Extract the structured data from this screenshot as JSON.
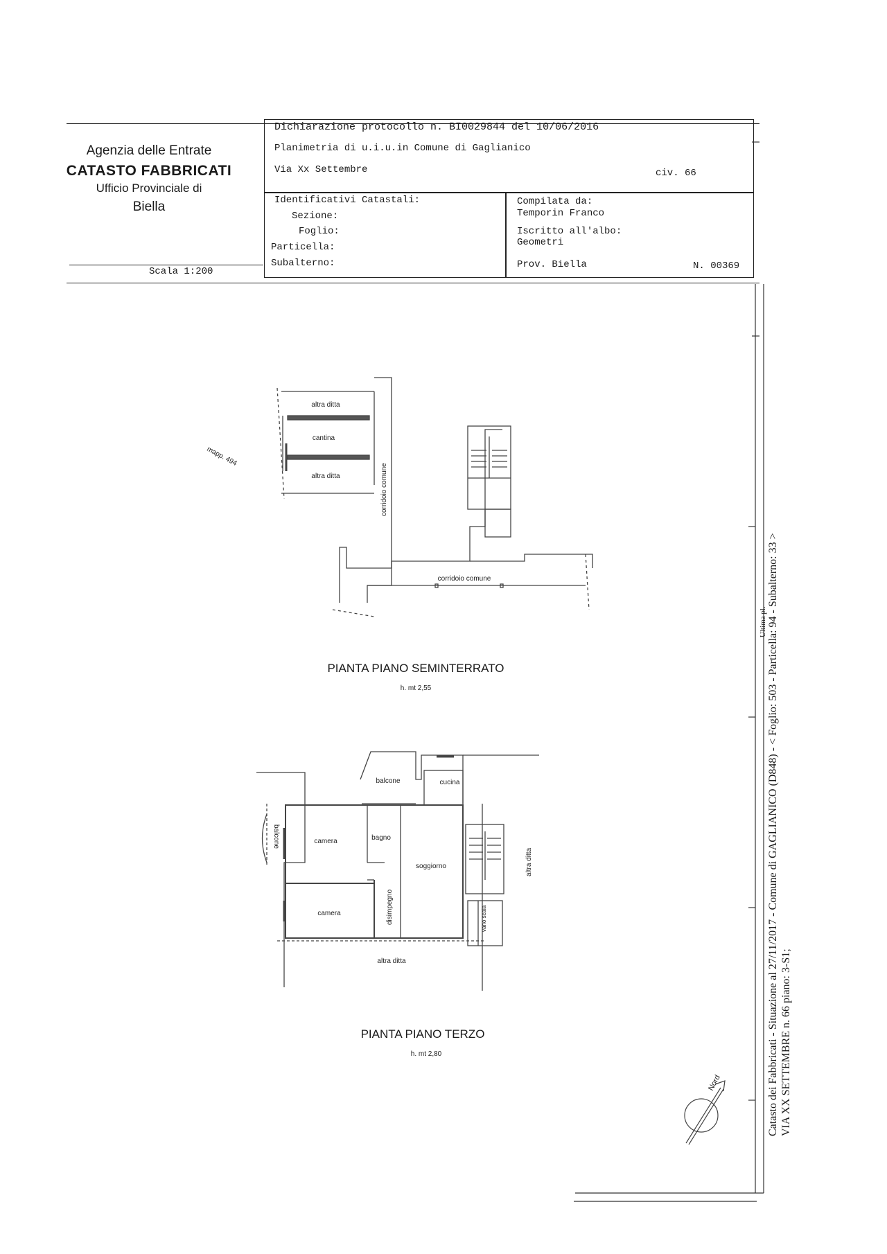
{
  "agency": {
    "line1": "Agenzia delle Entrate",
    "line2": "CATASTO FABBRICATI",
    "line3": "Ufficio Provinciale di",
    "line4": "Biella"
  },
  "scale": "Scala 1:200",
  "declaration": {
    "protocol": "Dichiarazione protocollo n. BI0029844 del 10/06/2016",
    "planimetry": "Planimetria di u.i.u.in Comune di Gaglianico",
    "street": "Via Xx Settembre",
    "civic": "civ. 66"
  },
  "identifiers": {
    "heading": "Identificativi Catastali:",
    "sezione": "Sezione:",
    "foglio": "Foglio:",
    "particella": "Particella:",
    "subalterno": "Subalterno:"
  },
  "compiler": {
    "compiled_by_label": "Compilata da:",
    "compiled_by": "Temporin Franco",
    "registered_label": "Iscritto all'albo:",
    "registered": "Geometri",
    "province": "Prov. Biella",
    "number": "N. 00369"
  },
  "plan_basement": {
    "title": "PIANTA PIANO SEMINTERRATO",
    "height": "h. mt 2,55",
    "labels": {
      "altra_ditta_top": "altra ditta",
      "cantina": "cantina",
      "altra_ditta_bottom": "altra ditta",
      "mapp": "mapp. 494",
      "corridoio_vertical": "corridoio comune",
      "corridoio_horizontal": "corridoio comune"
    }
  },
  "plan_third": {
    "title": "PIANTA PIANO TERZO",
    "height": "h. mt 2,80",
    "labels": {
      "balcone_top": "balcone",
      "cucina": "cucina",
      "balcone_left": "balcone",
      "camera_1": "camera",
      "bagno": "bagno",
      "soggiorno": "soggiorno",
      "disimpegno": "disimpegno",
      "camera_2": "camera",
      "vano_scala": "vano scala",
      "altra_ditta_right": "altra ditta",
      "altra_ditta_bottom": "altra ditta"
    }
  },
  "north": "Nord",
  "sheet": "Ultima pl.",
  "side_note": {
    "line1": "Catasto dei Fabbricati - Situazione al 27/11/2017 - Comune di GAGLIANICO (D848) - < Foglio: 503 - Particella: 94 - Subalterno: 33 >",
    "line2": "VIA XX SETTEMBRE n. 66 piano: 3-S1;"
  }
}
